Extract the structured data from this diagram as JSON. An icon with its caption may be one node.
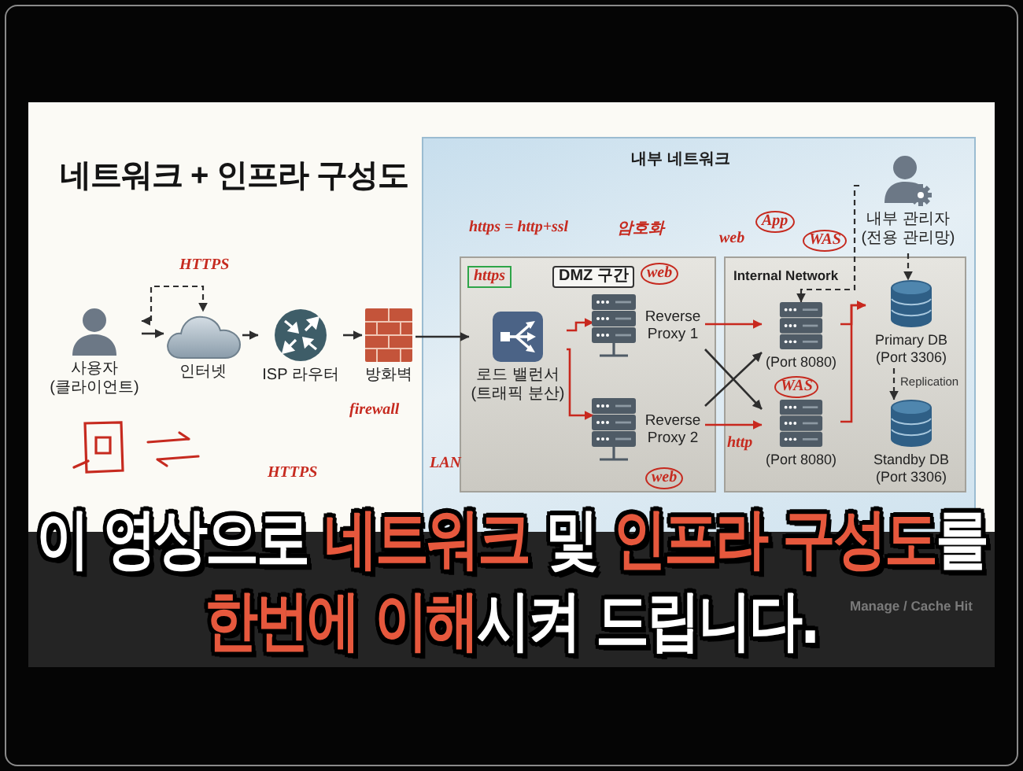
{
  "diagram": {
    "title": "네트워크 + 인프라 구성도",
    "nodes": [
      {
        "text": [
          "사용자 (클라이언트)"
        ]
      },
      {
        "text": [
          "인터넷"
        ]
      },
      {
        "text": [
          "ISP 라우터"
        ]
      },
      {
        "text": [
          "방화벽"
        ]
      },
      {
        "text": [
          "내부 네트워크"
        ]
      },
      {
        "text": [
          "DMZ 구간"
        ],
        "in": 4
      },
      {
        "text": [
          "로드 밸런서 (트래픽 분산)"
        ],
        "in": 5
      },
      {
        "text": [
          "Reverse Proxy 1"
        ],
        "in": 5
      },
      {
        "text": [
          "Reverse Proxy 2"
        ],
        "in": 5
      },
      {
        "text": [
          "Internal Network"
        ],
        "in": 4
      },
      {
        "text": [
          "(Port 8080)"
        ],
        "in": 9
      },
      {
        "text": [
          "(Port 8080)"
        ],
        "in": 9
      },
      {
        "text": [
          "Primary DB (Port 3306)"
        ],
        "in": 9
      },
      {
        "text": [
          "Standby DB (Port 3306)"
        ],
        "in": 9
      },
      {
        "text": [
          "내부 관리자 (전용 관리망)"
        ],
        "in": 4
      }
    ],
    "edges": [
      {
        "from": 0,
        "to": 1,
        "arrow": "to"
      },
      {
        "from": 0,
        "to": 1,
        "arrow": "both",
        "style": "dashed"
      },
      {
        "from": 1,
        "to": 2,
        "arrow": "to"
      },
      {
        "from": 2,
        "to": 3,
        "arrow": "to"
      },
      {
        "from": 3,
        "to": 6,
        "arrow": "to"
      },
      {
        "from": 6,
        "to": 7,
        "arrow": "to",
        "color": "#c8281e"
      },
      {
        "from": 6,
        "to": 8,
        "arrow": "to",
        "color": "#c8281e"
      },
      {
        "from": 7,
        "to": 10,
        "arrow": "to",
        "color": "#c8281e"
      },
      {
        "from": 8,
        "to": 11,
        "arrow": "to",
        "color": "#c8281e"
      },
      {
        "from": 7,
        "to": 11,
        "arrow": "to"
      },
      {
        "from": 8,
        "to": 10,
        "arrow": "to"
      },
      {
        "from": 10,
        "to": 12,
        "arrow": "to",
        "color": "#c8281e"
      },
      {
        "from": 11,
        "to": 12,
        "arrow": "to",
        "color": "#c8281e"
      },
      {
        "from": 12,
        "to": 13,
        "arrow": "to",
        "style": "dashed",
        "label": "Replication"
      },
      {
        "from": 14,
        "to": 10,
        "arrow": "to",
        "style": "dashed"
      },
      {
        "from": 14,
        "to": 12,
        "arrow": "to",
        "style": "dashed"
      }
    ],
    "labels": [
      "https = http+ssl",
      "암호화",
      "web",
      "App",
      "WAS",
      "HTTPS",
      "https",
      "web",
      "WAS",
      "firewall",
      "http",
      "LAN",
      "HTTPS",
      "web",
      "이 영상으로 **네트워크** 및 **인프라 구성도**를",
      "**한번에 이해**시켜 드립니다.",
      "Manage / Cache Hit"
    ]
  }
}
